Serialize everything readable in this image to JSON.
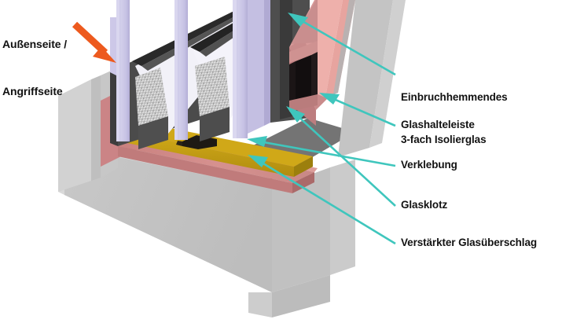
{
  "figure": {
    "kind": "technical-cutaway-illustration",
    "subject": "Burglar-resistant window frame cross-section with triple insulating glazing",
    "background_color": "#ffffff"
  },
  "annotations": {
    "attack_side": {
      "label": "Außenseite /\nAngriffseite",
      "line1": "Außenseite /",
      "line2": "Angriffseite",
      "color": "#141414",
      "arrow_color": "#ED5A1E",
      "arrow_name": "orange-arrow-attack-side"
    },
    "callout_color": "#141414",
    "leader_color": "#3FC6BD",
    "items": [
      {
        "id": "isolierglas",
        "label_line1": "Einbruchhemmendes",
        "label_line2": "3-fach Isolierglas",
        "target": "triple-glazing-unit"
      },
      {
        "id": "glashalteleiste",
        "label_line1": "Glashalteleiste",
        "label_line2": "",
        "target": "glazing-bead"
      },
      {
        "id": "verklebung",
        "label_line1": "Verklebung",
        "label_line2": "",
        "target": "structural-bonding"
      },
      {
        "id": "glasklotz",
        "label_line1": "Glasklotz",
        "label_line2": "",
        "target": "glazing-block"
      },
      {
        "id": "glasueberschlag",
        "label_line1": "Verstärkter Glasüberschlag",
        "label_line2": "",
        "target": "reinforced-glass-rebate"
      }
    ]
  },
  "palette": {
    "frame_light_gray": "#c9c9c9",
    "frame_mid_gray": "#b5b5b5",
    "frame_dark_gray": "#8f8f8f",
    "frame_shadow_gray": "#6e6e6e",
    "frame_top_gray": "#d6d6d6",
    "glass_pane": "#c7c2e3",
    "glass_pane_light": "#d8d4ee",
    "glass_edge": "#eceaf7",
    "spacer_dark": "#4a4a4a",
    "spacer_black": "#1c1c1c",
    "desiccant_gray": "#bdbdbd",
    "sealant_rose": "#cf8a8d",
    "sealant_rose_dark": "#b5696d",
    "profile_pink": "#e8a7a2",
    "profile_pink_dark": "#b9787a",
    "profile_pink_top": "#d79ea0",
    "bead_ochre": "#c9a316",
    "bead_ochre_dark": "#a8870f",
    "glass_block_green": "#78c04a",
    "glass_block_green_dark": "#4f9a2f",
    "chamber_black": "#171213",
    "teal": "#3FC6BD",
    "orange": "#ED5A1E"
  }
}
